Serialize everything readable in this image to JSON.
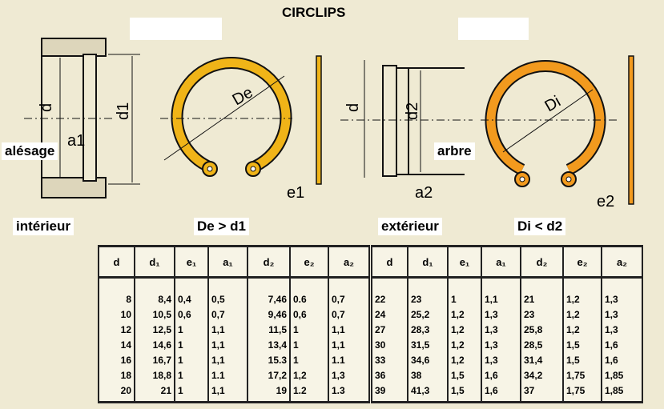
{
  "title": "CIRCLIPS",
  "labels": {
    "bore": "alésage",
    "shaft": "arbre",
    "interior": "intérieur",
    "interior_rule": "De > d1",
    "exterior": "extérieur",
    "exterior_rule": "Di < d2"
  },
  "dims": {
    "d": "d",
    "d1": "d1",
    "d2": "d2",
    "a1": "a1",
    "a2": "a2",
    "e1": "e1",
    "e2": "e2",
    "De": "De",
    "Di": "Di"
  },
  "colors": {
    "interior_ring": "#f0b418",
    "exterior_ring": "#f29a1e",
    "background": "#efead3"
  },
  "table": {
    "headers": [
      "d",
      "d₁",
      "e₁",
      "a₁",
      "d₂",
      "e₂",
      "a₂"
    ],
    "left": [
      [
        "8",
        "8,4",
        "0,4",
        "0,5",
        "7,46",
        "0.6",
        "0,7"
      ],
      [
        "10",
        "10,5",
        "0,6",
        "0,7",
        "9,46",
        "0,6",
        "0,7"
      ],
      [
        "12",
        "12,5",
        "1",
        "1,1",
        "11,5",
        "1",
        "1,1"
      ],
      [
        "14",
        "14,6",
        "1",
        "1,1",
        "13,4",
        "1",
        "1,1"
      ],
      [
        "16",
        "16,7",
        "1",
        "1,1",
        "15.3",
        "1",
        "1.1"
      ],
      [
        "18",
        "18,8",
        "1",
        "1.1",
        "17,2",
        "1,2",
        "1,3"
      ],
      [
        "20",
        "21",
        "1",
        "1,1",
        "19",
        "1.2",
        "1.3"
      ]
    ],
    "right": [
      [
        "22",
        "23",
        "1",
        "1,1",
        "21",
        "1,2",
        "1,3"
      ],
      [
        "24",
        "25,2",
        "1,2",
        "1,3",
        "23",
        "1,2",
        "1,3"
      ],
      [
        "27",
        "28,3",
        "1,2",
        "1,3",
        "25,8",
        "1,2",
        "1,3"
      ],
      [
        "30",
        "31,5",
        "1,2",
        "1,3",
        "28,5",
        "1,5",
        "1,6"
      ],
      [
        "33",
        "34,6",
        "1,2",
        "1,3",
        "31,4",
        "1,5",
        "1,6"
      ],
      [
        "36",
        "38",
        "1,5",
        "1,6",
        "34,2",
        "1,75",
        "1,85"
      ],
      [
        "39",
        "41,3",
        "1,5",
        "1,6",
        "37",
        "1,75",
        "1,85"
      ]
    ]
  }
}
